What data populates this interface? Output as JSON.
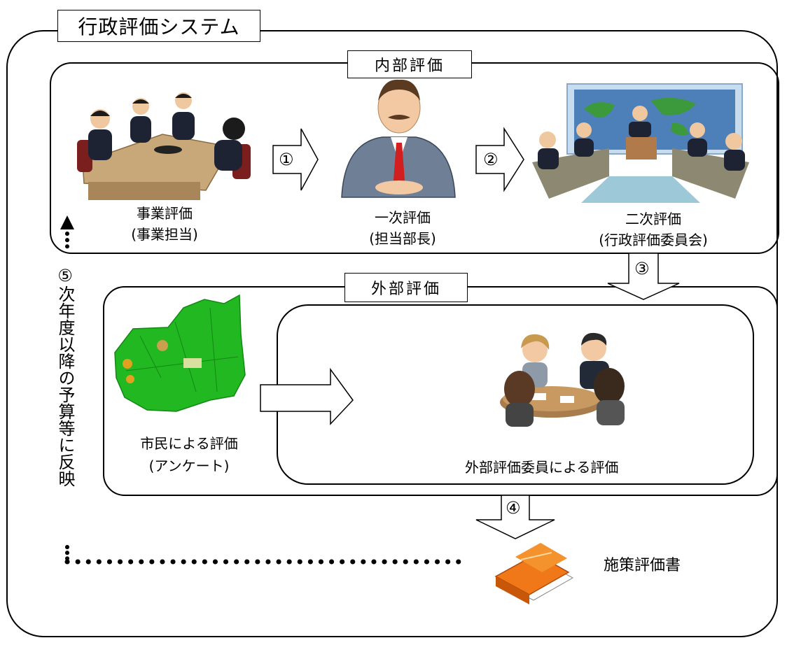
{
  "system_title": "行政評価システム",
  "internal": {
    "title": "内部評価",
    "steps": [
      {
        "line1": "事業評価",
        "line2": "(事業担当)"
      },
      {
        "line1": "一次評価",
        "line2": "(担当部長)"
      },
      {
        "line1": "二次評価",
        "line2": "(行政評価委員会)"
      }
    ]
  },
  "external": {
    "title": "外部評価",
    "citizen": {
      "line1": "市民による評価",
      "line2": "(アンケート)"
    },
    "committee": "外部評価委員による評価"
  },
  "arrows": {
    "a1": "①",
    "a2": "②",
    "a3": "③",
    "a4": "④"
  },
  "feedback": {
    "num": "⑤",
    "text": "次年度以降の予算等に反映"
  },
  "output": "施策評価書",
  "colors": {
    "map_green": "#22b822",
    "book_orange": "#f07818",
    "suit_gray": "#6e7f96",
    "table_brown": "#c8a878"
  }
}
